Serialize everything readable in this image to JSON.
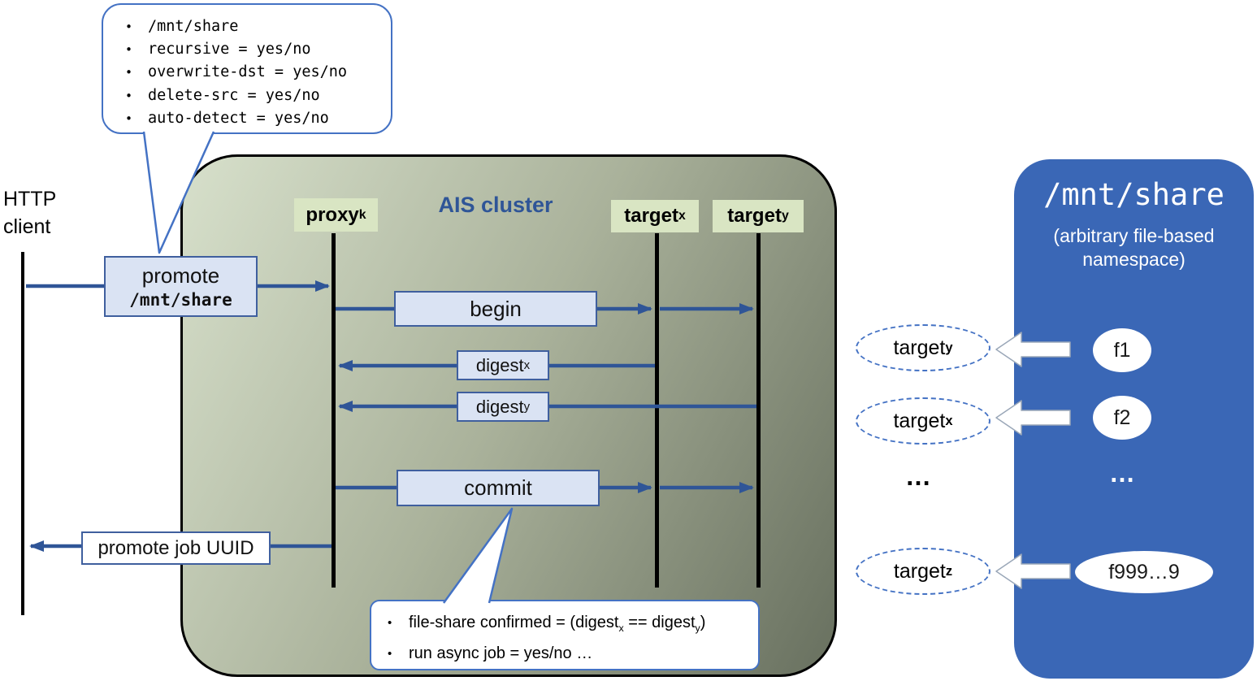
{
  "colors": {
    "arrow_blue": "#2F5597",
    "message_box_fill": "#DAE3F3",
    "message_box_border": "#3F5F9E",
    "node_label_bg": "#D9E5C3",
    "callout_border": "#4472C4",
    "cluster_gradient_start": "#D7E0CB",
    "cluster_gradient_end": "#68705F",
    "panel_blue": "#3A67B6",
    "title_blue": "#2F5597"
  },
  "top_callout": {
    "items": [
      "/mnt/share",
      "recursive = yes/no",
      "overwrite-dst = yes/no",
      "delete-src = yes/no",
      "auto-detect = yes/no"
    ]
  },
  "http_client": {
    "label": "HTTP client"
  },
  "cluster": {
    "title": "AIS cluster",
    "proxy": {
      "base": "proxy",
      "sub": "k"
    },
    "target_x": {
      "base": "target",
      "sub": "x"
    },
    "target_y": {
      "base": "target",
      "sub": "y"
    }
  },
  "messages": {
    "promote_line1": "promote",
    "promote_line2": "/mnt/share",
    "begin": "begin",
    "digest_x": {
      "base": "digest",
      "sub": "x"
    },
    "digest_y": {
      "base": "digest",
      "sub": "y"
    },
    "commit": "commit",
    "job_uuid": "promote job UUID"
  },
  "bottom_callout": {
    "l1_pre": "file-share confirmed = (digest",
    "l1_sub1": "x",
    "l1_mid": " == digest",
    "l1_sub2": "y",
    "l1_post": ")",
    "line2": "run async job = yes/no …"
  },
  "share_panel": {
    "title": "/mnt/share",
    "subtitle": "(arbitrary file-based namespace)",
    "files": [
      "f1",
      "f2"
    ],
    "big_file": "f999…9",
    "ellipsis": "…"
  },
  "targets": {
    "first": {
      "base": "target",
      "sub": "y"
    },
    "second": {
      "base": "target",
      "sub": "x"
    },
    "ellipsis": "…",
    "last": {
      "base": "target",
      "sub": "z"
    }
  }
}
